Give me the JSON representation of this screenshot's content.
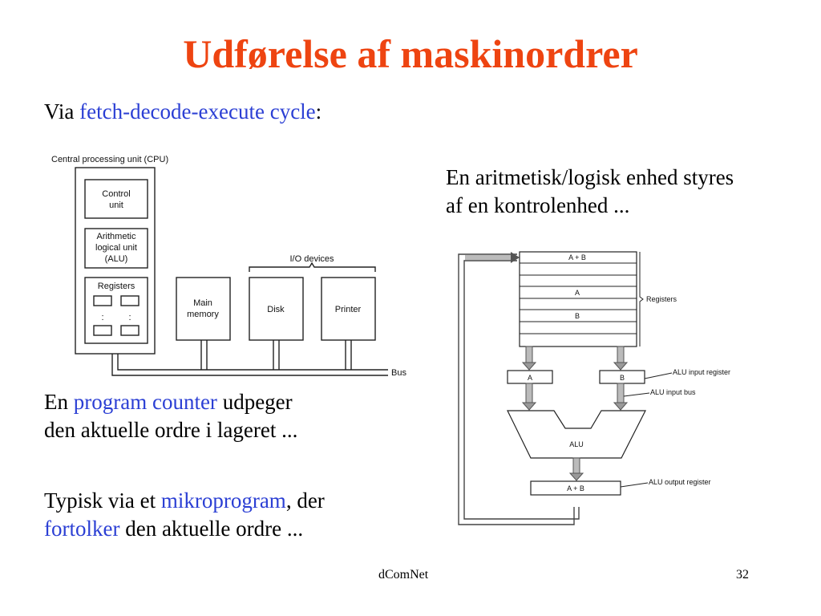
{
  "slide": {
    "title": "Udførelse af maskinordrer",
    "intro": {
      "prefix": "Via ",
      "term": "fetch-decode-execute cycle",
      "suffix": ":"
    },
    "alu_text": {
      "line1": "En aritmetisk/logisk enhed styres",
      "line2": "af en kontrolenhed ..."
    },
    "pc_text": {
      "prefix": "En ",
      "term": "program counter",
      "suffix": " udpeger",
      "line2": "den aktuelle ordre i lageret ..."
    },
    "micro_text": {
      "prefix": "Typisk via et ",
      "term": "mikroprogram",
      "suffix": ", der",
      "term2": "fortolker",
      "line2_suffix": " den aktuelle ordre ..."
    },
    "footer_left": "dComNet",
    "page_number": "32",
    "accent_color": "#ee4411",
    "term_color": "#2b3fd4"
  },
  "cpu_diagram": {
    "cpu_label": "Central processing unit (CPU)",
    "control_unit": [
      "Control",
      "unit"
    ],
    "alu": [
      "Arithmetic",
      "logical unit",
      "(ALU)"
    ],
    "registers": "Registers",
    "reg_dots": ":",
    "io_label": "I/O devices",
    "main_memory": [
      "Main",
      "memory"
    ],
    "disk": "Disk",
    "printer": "Printer",
    "bus": "Bus"
  },
  "datapath_diagram": {
    "reg_top": "A + B",
    "reg_a": "A",
    "reg_b": "B",
    "registers_label": "Registers",
    "in_a": "A",
    "in_b": "B",
    "alu_input_register": "ALU input register",
    "alu_input_bus": "ALU input bus",
    "alu": "ALU",
    "output": "A + B",
    "alu_output_register": "ALU output register"
  }
}
